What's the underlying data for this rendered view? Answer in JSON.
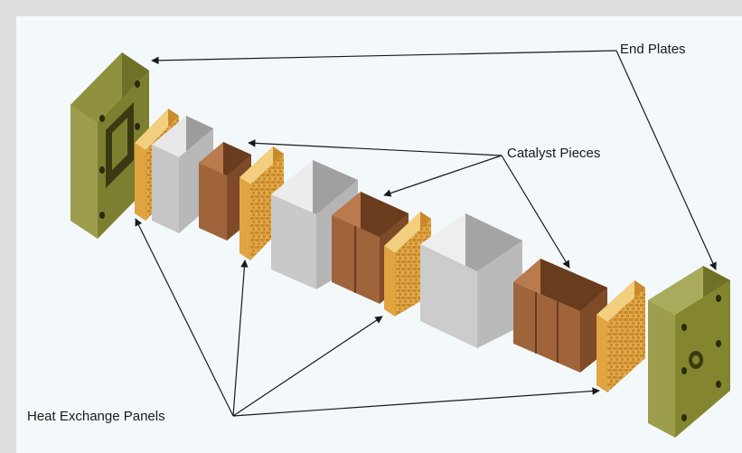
{
  "labels": {
    "end_plates": "End Plates",
    "catalyst_pieces": "Catalyst Pieces",
    "heat_exchange_panels": "Heat Exchange Panels"
  },
  "colors": {
    "background": "#f3f8fb",
    "outer_border": "#dedede",
    "end_plate": "#8a8c3a",
    "panel": "#e8b04a",
    "spacer": "#c8c8c8",
    "catalyst": "#9a5e36",
    "leader_line": "#1a1a1a"
  }
}
